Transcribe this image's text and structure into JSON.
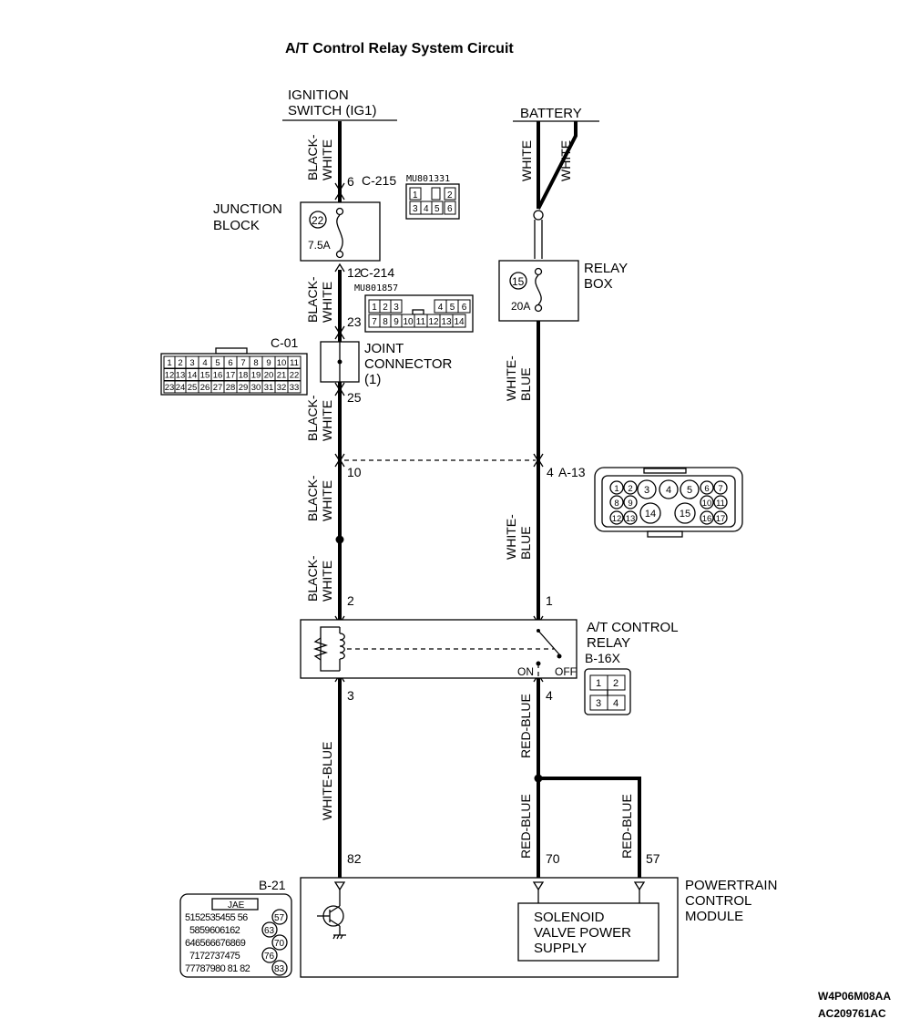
{
  "title": "A/T Control Relay System Circuit",
  "sources": {
    "ignition": [
      "IGNITION",
      "SWITCH (IG1)"
    ],
    "battery": "BATTERY"
  },
  "wire_colors": {
    "black_white": [
      "BLACK-",
      "WHITE"
    ],
    "white": "WHITE",
    "white_blue_stacked": [
      "WHITE-",
      "BLUE"
    ],
    "white_blue": "WHITE-BLUE",
    "red_blue": "RED-BLUE"
  },
  "pins": {
    "c215_pin": "6",
    "c214_pin_top": "12",
    "c214_pin_bottom": "23",
    "joint_pin_out": "25",
    "left_10": "10",
    "right_4": "4",
    "relay_in_left": "2",
    "relay_in_right": "1",
    "relay_out_left": "3",
    "relay_out_right": "4",
    "pcm_82": "82",
    "pcm_70": "70",
    "pcm_57": "57"
  },
  "connectors": {
    "c215": {
      "id": "C-215",
      "part": "MU801331",
      "row1": [
        "1",
        "",
        "2"
      ],
      "row2": [
        "3",
        "4",
        "5",
        "6"
      ]
    },
    "c214": {
      "id": "C-214",
      "part": "MU801857",
      "row1": [
        "1",
        "2",
        "3",
        "4",
        "5",
        "6"
      ],
      "row2": [
        "7",
        "8",
        "9",
        "10",
        "11",
        "12",
        "13",
        "14"
      ]
    },
    "c01": {
      "id": "C-01",
      "row1": [
        "1",
        "2",
        "3",
        "4",
        "5",
        "6",
        "7",
        "8",
        "9",
        "10",
        "11"
      ],
      "row2": [
        "12",
        "13",
        "14",
        "15",
        "16",
        "17",
        "18",
        "19",
        "20",
        "21",
        "22"
      ],
      "row3": [
        "23",
        "24",
        "25",
        "26",
        "27",
        "28",
        "29",
        "30",
        "31",
        "32",
        "33"
      ]
    },
    "a13": {
      "id": "A-13",
      "pins": [
        "1",
        "2",
        "3",
        "4",
        "5",
        "6",
        "7",
        "8",
        "9",
        "10",
        "11",
        "12",
        "13",
        "14",
        "15",
        "16",
        "17"
      ]
    },
    "b16x": {
      "id": "B-16X",
      "pins": [
        "1",
        "2",
        "3",
        "4"
      ]
    },
    "b21": {
      "id": "B-21",
      "label": "JAE",
      "rows": [
        "5152535455 56",
        "5859606162",
        "646566676869",
        "7172737475",
        "77787980 81 82"
      ],
      "side_pins": [
        "57",
        "63",
        "70",
        "76",
        "83"
      ]
    }
  },
  "components": {
    "junction_block": {
      "label": [
        "JUNCTION",
        "BLOCK"
      ],
      "fuse_no": "22",
      "rating": "7.5A"
    },
    "relay_box": {
      "label": [
        "RELAY",
        "BOX"
      ],
      "fuse_no": "15",
      "rating": "20A"
    },
    "joint_connector": {
      "label": [
        "JOINT",
        "CONNECTOR",
        "(1)"
      ]
    },
    "at_control_relay": {
      "label": [
        "A/T CONTROL",
        "RELAY"
      ],
      "on": "ON",
      "off": "OFF"
    },
    "pcm": {
      "label": [
        "POWERTRAIN",
        "CONTROL",
        "MODULE"
      ],
      "solenoid": [
        "SOLENOID",
        "VALVE POWER",
        "SUPPLY"
      ]
    }
  },
  "codes": [
    "W4P06M08AA",
    "AC209761AC"
  ]
}
